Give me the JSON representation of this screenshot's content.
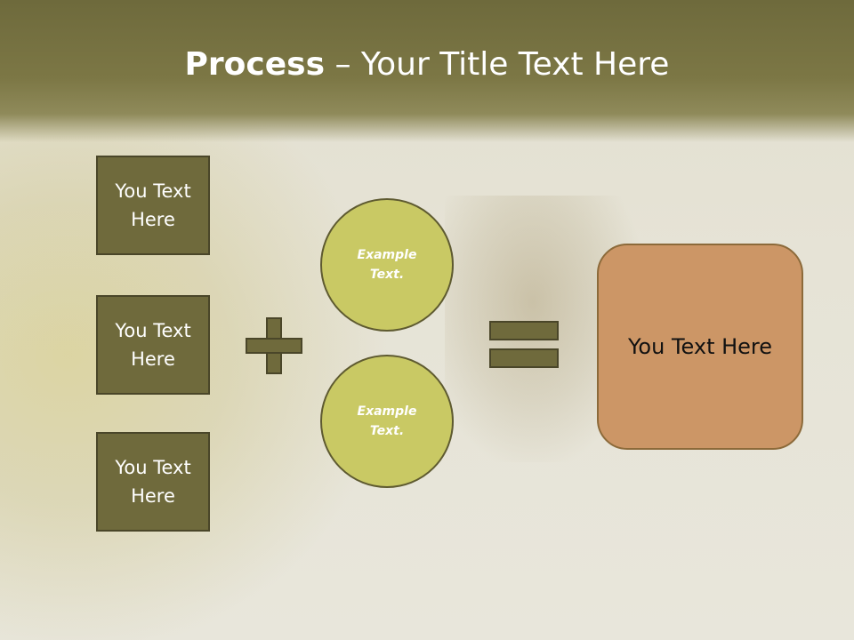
{
  "title": {
    "bold": "Process",
    "rest": " – Your Title Text Here"
  },
  "left_boxes": [
    "You Text Here",
    "You Text Here",
    "You Text Here"
  ],
  "circles": [
    "Example Text.",
    "Example Text."
  ],
  "result": "You Text Here",
  "colors": {
    "title_band": "#7c7745",
    "box_fill": "#6f6a3c",
    "circle_fill": "#c9c964",
    "result_fill": "#cc9666"
  }
}
